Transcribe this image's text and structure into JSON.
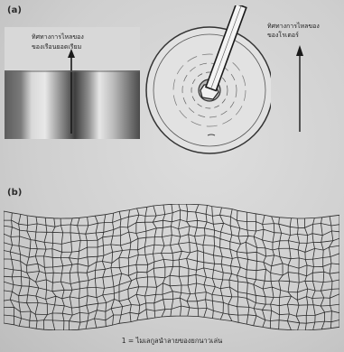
{
  "panels": {
    "a": {
      "label": "(a)",
      "photo_caption": [
        "ทิศทางการไหลของ",
        "ของเรือนยอดเรียม"
      ],
      "right_caption": [
        "ทิศทางการไหลของ",
        "ของโรเตอร์"
      ]
    },
    "b": {
      "label": "(b)"
    }
  },
  "caption": "1 = ไมเลกูลนำลายของยกนาวเล่น",
  "colors": {
    "paper": "#cfcfcf",
    "ink": "#222222"
  }
}
